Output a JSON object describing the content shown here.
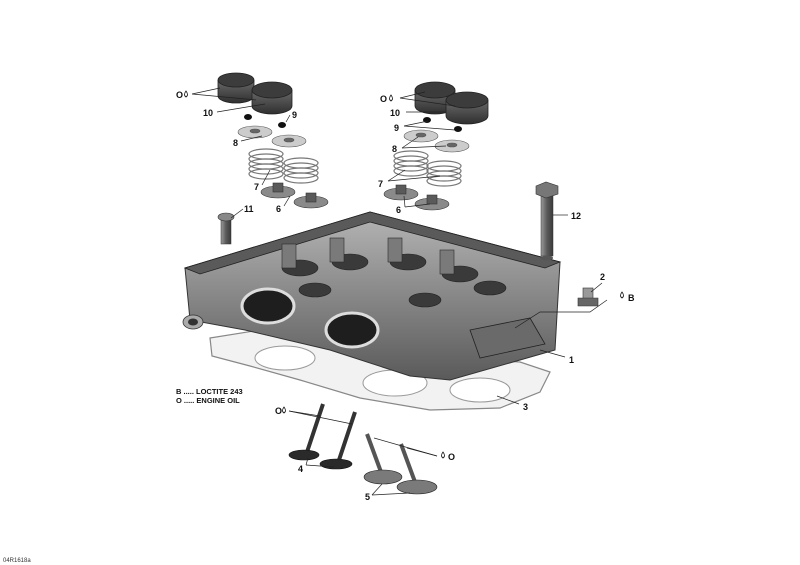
{
  "callouts": {
    "c1": "1",
    "c2": "2",
    "c3": "3",
    "c4": "4",
    "c5": "5",
    "c6a": "6",
    "c6b": "6",
    "c7a": "7",
    "c7b": "7",
    "c8a": "8",
    "c8b": "8",
    "c9a": "9",
    "c9b": "9",
    "c10a": "10",
    "c10b": "10",
    "c11": "11",
    "c12": "12"
  },
  "symbols": {
    "oil_10a": "O",
    "oil_10b": "O",
    "oil_valves_left": "O",
    "oil_valves_right": "O",
    "loctite_plug": "B"
  },
  "legend": {
    "loctite": "B ..... LOCTITE 243",
    "oil": "O ..... ENGINE OIL"
  },
  "reference_code": "04R1618a",
  "colors": {
    "part_dark": "#4a4a4a",
    "part_mid": "#8a8a8a",
    "part_light": "#c8c8c8",
    "line": "#222222"
  }
}
